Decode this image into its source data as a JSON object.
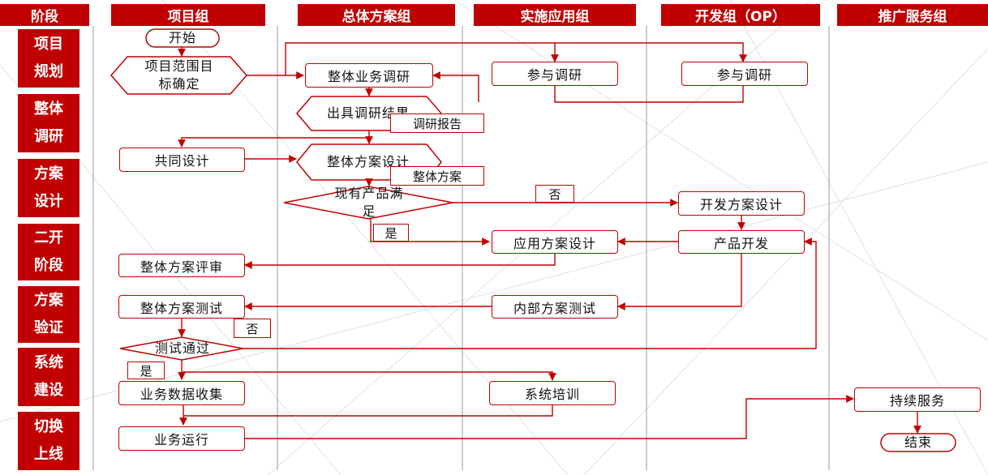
{
  "columns": {
    "phase": "阶段",
    "project": "项目组",
    "overall": "总体方案组",
    "impl": "实施应用组",
    "dev": "开发组（OP）",
    "service": "推广服务组"
  },
  "phases": [
    "项目\n规划",
    "整体\n调研",
    "方案\n设计",
    "二开\n阶段",
    "方案\n验证",
    "系统\n建设",
    "切换\n上线"
  ],
  "nodes": {
    "start": "开始",
    "scope": "项目范围目标确定",
    "overall_research": "整体业务调研",
    "impl_research": "参与调研",
    "dev_research": "参与调研",
    "research_result": "出具调研结果",
    "research_report": "调研报告",
    "joint_design": "共同设计",
    "overall_design": "整体方案设计",
    "overall_plan": "整体方案",
    "product_fit": "现有产品满足",
    "no1": "否",
    "yes1": "是",
    "dev_design": "开发方案设计",
    "app_design": "应用方案设计",
    "product_dev": "产品开发",
    "review": "整体方案评审",
    "internal_test": "内部方案测试",
    "overall_test": "整体方案测试",
    "no2": "否",
    "test_pass": "测试通过",
    "yes2": "是",
    "data_collect": "业务数据收集",
    "training": "系统培训",
    "ongoing": "持续服务",
    "operation": "业务运行",
    "end": "结束"
  }
}
